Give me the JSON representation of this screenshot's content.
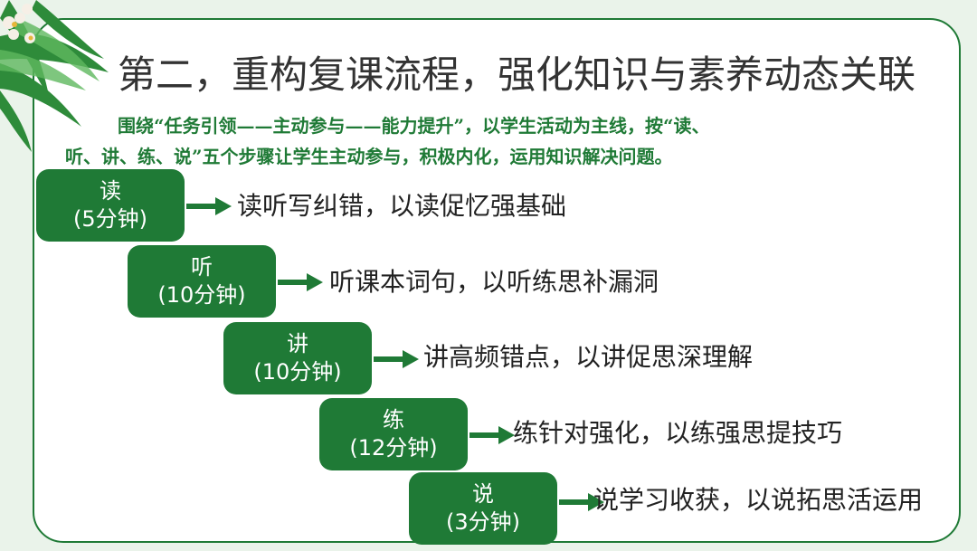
{
  "slide": {
    "title": "第二，重构复课流程，强化知识与素养动态关联",
    "intro_line1": "围绕“任务引领——主动参与——能力提升”，以学生活动为主线，按“读、",
    "intro_line2": "听、讲、练、说”五个步骤让学生主动参与，积极内化，运用知识解决问题。"
  },
  "steps": [
    {
      "label": "读",
      "duration": "(5分钟)",
      "description": "读听写纠错，以读促忆强基础"
    },
    {
      "label": "听",
      "duration": "(10分钟)",
      "description": "听课本词句，以听练思补漏洞"
    },
    {
      "label": "讲",
      "duration": "(10分钟)",
      "description": "讲高频错点，以讲促思深理解"
    },
    {
      "label": "练",
      "duration": "(12分钟)",
      "description": "练针对强化，以练强思提技巧"
    },
    {
      "label": "说",
      "duration": "(3分钟)",
      "description": "说学习收获，以说拓思活运用"
    }
  ],
  "colors": {
    "accent_green": "#1f7a36",
    "title_text": "#333333",
    "background": "#eaf3ea"
  },
  "icons": {
    "arrow": "right-arrow-icon",
    "decoration": "palm-leaf-flower-decoration"
  }
}
